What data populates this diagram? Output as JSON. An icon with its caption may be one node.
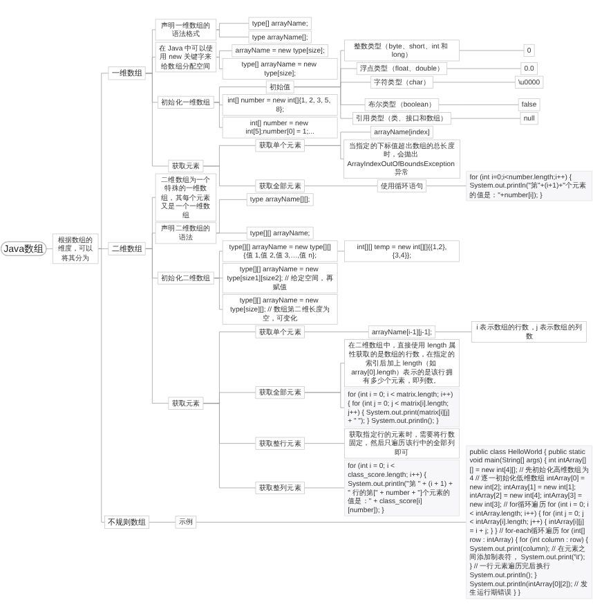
{
  "diagram": {
    "nodes": [
      {
        "text": [
          "Java数组"
        ]
      },
      {
        "text": [
          "根据数组的维度，可以将其分为"
        ]
      },
      {
        "text": [
          "一维数组"
        ]
      },
      {
        "text": [
          "声明一维数组的语法格式"
        ]
      },
      {
        "text": [
          "type[] arrayName;"
        ]
      },
      {
        "text": [
          "type arrayName[];"
        ]
      },
      {
        "text": [
          "在 Java 中可以使用 new 关键字来给数组分配空间"
        ]
      },
      {
        "text": [
          "arrayName = new type[size];"
        ]
      },
      {
        "text": [
          "type[] arrayName = new type[size];"
        ]
      },
      {
        "text": [
          "初始化一维数组"
        ]
      },
      {
        "text": [
          "初始值"
        ]
      },
      {
        "text": [
          "整数类型（byte、short、int 和 long）"
        ]
      },
      {
        "text": [
          "0"
        ]
      },
      {
        "text": [
          "浮点类型（float、double）"
        ]
      },
      {
        "text": [
          "0.0"
        ]
      },
      {
        "text": [
          "字符类型（char）"
        ]
      },
      {
        "text": [
          "\\u0000"
        ]
      },
      {
        "text": [
          "布尔类型（boolean）"
        ]
      },
      {
        "text": [
          "false"
        ]
      },
      {
        "text": [
          "引用类型（类、接口和数组）"
        ]
      },
      {
        "text": [
          "null"
        ]
      },
      {
        "text": [
          "int[] number = new int[]{1, 2, 3, 5, 8};"
        ]
      },
      {
        "text": [
          "int[] number = new int[5];number[0] = 1;..."
        ]
      },
      {
        "text": [
          "获取元素"
        ]
      },
      {
        "text": [
          "获取单个元素"
        ]
      },
      {
        "text": [
          "arrayName[index]"
        ]
      },
      {
        "text": [
          "当指定的下标值超出数组的总长度时，会拋出 ArrayIndexOutOfBoundsException 异常"
        ]
      },
      {
        "text": [
          "获取全部元素"
        ]
      },
      {
        "text": [
          "使用循环语句"
        ]
      },
      {
        "text": [
          "for (int i=0;i<number.length;i++) { System.out.println(\"第\"+(i+1)+\"个元素的值是：\"+number[i]); }"
        ]
      },
      {
        "text": [
          "二维数组"
        ]
      },
      {
        "text": [
          "二维数组为一个特殊的一维数组，其每个元素又是一个一维数组"
        ]
      },
      {
        "text": [
          "声明二维数组的语法"
        ]
      },
      {
        "text": [
          "type arrayName[][];"
        ]
      },
      {
        "text": [
          "type[][] arrayName;"
        ]
      },
      {
        "text": [
          "初始化二维数组"
        ]
      },
      {
        "text": [
          "type[][] arrayName = new type[][]{值 1,值 2,值 3,…,值 n};"
        ]
      },
      {
        "text": [
          "int[][] temp = new int[][]{{1,2},{3,4}};"
        ]
      },
      {
        "text": [
          "type[][] arrayName = new type[size1][size2]; // 给定空间，再赋值"
        ]
      },
      {
        "text": [
          "type[][] arrayName = new type[size][]; // 数组第二维长度为空，可变化"
        ]
      },
      {
        "text": [
          "获取元素"
        ]
      },
      {
        "text": [
          "获取单个元素"
        ]
      },
      {
        "text": [
          "arrayName[i-1][j-1];"
        ]
      },
      {
        "text": [
          "i 表示数组的行数，j 表示数组的列数"
        ]
      },
      {
        "text": [
          "获取全部元素"
        ]
      },
      {
        "text": [
          "在二维数组中，直接使用 length 属性获取的是数组的行数，在指定的索引后加上 length（如 array[0].length）表示的是该行拥有多少个元素，即列数。"
        ]
      },
      {
        "text": [
          "for (int i = 0; i < matrix.length; i++) { for (int j = 0; j < matrix[i].length; j++) { System.out.print(matrix[i][j] + \" \"); } System.out.println(); }"
        ]
      },
      {
        "text": [
          "获取整行元素"
        ]
      },
      {
        "text": [
          "获取指定行的元素时，需要将行数固定，然后只遍历该行中的全部列即可"
        ]
      },
      {
        "text": [
          "获取整列元素"
        ]
      },
      {
        "text": [
          "for (int i = 0; i < class_score.length; i++) { System.out.println(\"第 \" + (i + 1) + \" 行的第[\" + number + \"]个元素的值是：\" + class_score[i][number]); }"
        ]
      },
      {
        "text": [
          "不规则数组"
        ]
      },
      {
        "text": [
          "示例"
        ]
      },
      {
        "text": [
          "public class HelloWorld { public static void main(String[] args) { int intArray[][] = new int[4][]; // 先初始化高维数组为4 // 逐一初始化低维数组 intArray[0] = new int[2]; intArray[1] = new int[1]; intArray[2] = new int[4]; intArray[3] = new int[3]; // for循环遍历 for (int i = 0; i < intArray.length; i++) { for (int j = 0; j < intArray[i].length; j++) { intArray[i][j] = i + j; } } // for-each循环遍历 for (int[] row : intArray) { for (int column : row) { System.out.print(column); // 在元素之间添加制表符， System.out.print('\\t'); } // 一行元素遍历完后换行 System.out.println(); } System.out.println(intArray[0][2]); // 发生运行期错误 } }"
        ]
      }
    ],
    "edges": [
      {
        "from": 0,
        "to": 1,
        "arrow": "none"
      },
      {
        "from": 1,
        "to": 2,
        "arrow": "none"
      },
      {
        "from": 2,
        "to": 3,
        "arrow": "none"
      },
      {
        "from": 3,
        "to": 4,
        "arrow": "none"
      },
      {
        "from": 3,
        "to": 5,
        "arrow": "none"
      },
      {
        "from": 2,
        "to": 6,
        "arrow": "none"
      },
      {
        "from": 6,
        "to": 7,
        "arrow": "none"
      },
      {
        "from": 6,
        "to": 8,
        "arrow": "none"
      },
      {
        "from": 2,
        "to": 9,
        "arrow": "none"
      },
      {
        "from": 9,
        "to": 10,
        "arrow": "none"
      },
      {
        "from": 10,
        "to": 11,
        "arrow": "none"
      },
      {
        "from": 11,
        "to": 12,
        "arrow": "none"
      },
      {
        "from": 10,
        "to": 13,
        "arrow": "none"
      },
      {
        "from": 13,
        "to": 14,
        "arrow": "none"
      },
      {
        "from": 10,
        "to": 15,
        "arrow": "none"
      },
      {
        "from": 15,
        "to": 16,
        "arrow": "none"
      },
      {
        "from": 10,
        "to": 17,
        "arrow": "none"
      },
      {
        "from": 17,
        "to": 18,
        "arrow": "none"
      },
      {
        "from": 10,
        "to": 19,
        "arrow": "none"
      },
      {
        "from": 19,
        "to": 20,
        "arrow": "none"
      },
      {
        "from": 9,
        "to": 21,
        "arrow": "none"
      },
      {
        "from": 9,
        "to": 22,
        "arrow": "none"
      },
      {
        "from": 2,
        "to": 23,
        "arrow": "none"
      },
      {
        "from": 23,
        "to": 24,
        "arrow": "none"
      },
      {
        "from": 24,
        "to": 25,
        "arrow": "none"
      },
      {
        "from": 24,
        "to": 26,
        "arrow": "none"
      },
      {
        "from": 23,
        "to": 27,
        "arrow": "none"
      },
      {
        "from": 27,
        "to": 28,
        "arrow": "none"
      },
      {
        "from": 28,
        "to": 29,
        "arrow": "none"
      },
      {
        "from": 1,
        "to": 30,
        "arrow": "none"
      },
      {
        "from": 30,
        "to": 31,
        "arrow": "none"
      },
      {
        "from": 30,
        "to": 32,
        "arrow": "none"
      },
      {
        "from": 32,
        "to": 33,
        "arrow": "none"
      },
      {
        "from": 32,
        "to": 34,
        "arrow": "none"
      },
      {
        "from": 30,
        "to": 35,
        "arrow": "none"
      },
      {
        "from": 35,
        "to": 36,
        "arrow": "none"
      },
      {
        "from": 36,
        "to": 37,
        "arrow": "none"
      },
      {
        "from": 35,
        "to": 38,
        "arrow": "none"
      },
      {
        "from": 35,
        "to": 39,
        "arrow": "none"
      },
      {
        "from": 30,
        "to": 40,
        "arrow": "none"
      },
      {
        "from": 40,
        "to": 41,
        "arrow": "none"
      },
      {
        "from": 41,
        "to": 42,
        "arrow": "none"
      },
      {
        "from": 42,
        "to": 43,
        "arrow": "none"
      },
      {
        "from": 40,
        "to": 44,
        "arrow": "none"
      },
      {
        "from": 44,
        "to": 45,
        "arrow": "none"
      },
      {
        "from": 44,
        "to": 46,
        "arrow": "none"
      },
      {
        "from": 40,
        "to": 47,
        "arrow": "none"
      },
      {
        "from": 47,
        "to": 48,
        "arrow": "none"
      },
      {
        "from": 40,
        "to": 49,
        "arrow": "none"
      },
      {
        "from": 49,
        "to": 50,
        "arrow": "none"
      },
      {
        "from": 1,
        "to": 51,
        "arrow": "none"
      },
      {
        "from": 51,
        "to": 52,
        "arrow": "none"
      },
      {
        "from": 52,
        "to": 53,
        "arrow": "none"
      }
    ]
  }
}
